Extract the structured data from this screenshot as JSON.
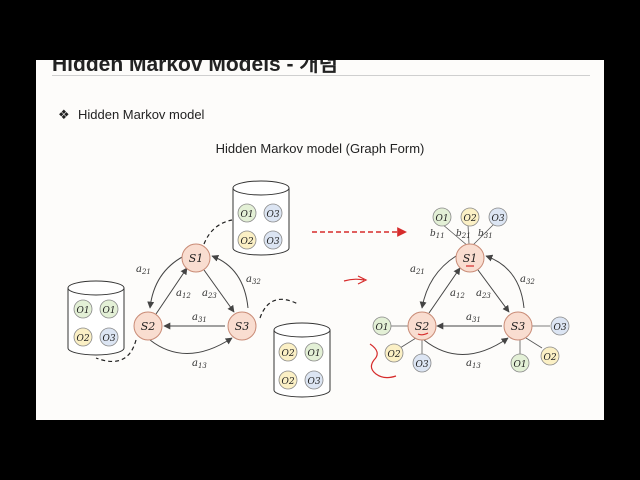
{
  "slide": {
    "title": "Hidden Markov Models - 개념",
    "bullet_text": "Hidden Markov model",
    "diagram_title": "Hidden Markov model (Graph Form)"
  },
  "states": [
    "S1",
    "S2",
    "S3"
  ],
  "transitions": {
    "a21": "a21",
    "a12": "a12",
    "a23": "a23",
    "a32": "a32",
    "a31": "a31",
    "a13": "a13"
  },
  "emissions": {
    "b11": "b11",
    "b21": "b21",
    "b31": "b31"
  },
  "observations": {
    "o1": "O1",
    "o2": "O2",
    "o3": "O3"
  },
  "colors": {
    "state_fill": "#f9ddd0",
    "state_stroke": "#c98b76",
    "o1_fill": "#e3f0d6",
    "o2_fill": "#fbf0c5",
    "o3_fill": "#dce5f3",
    "arrow_red": "#d62b2b"
  }
}
